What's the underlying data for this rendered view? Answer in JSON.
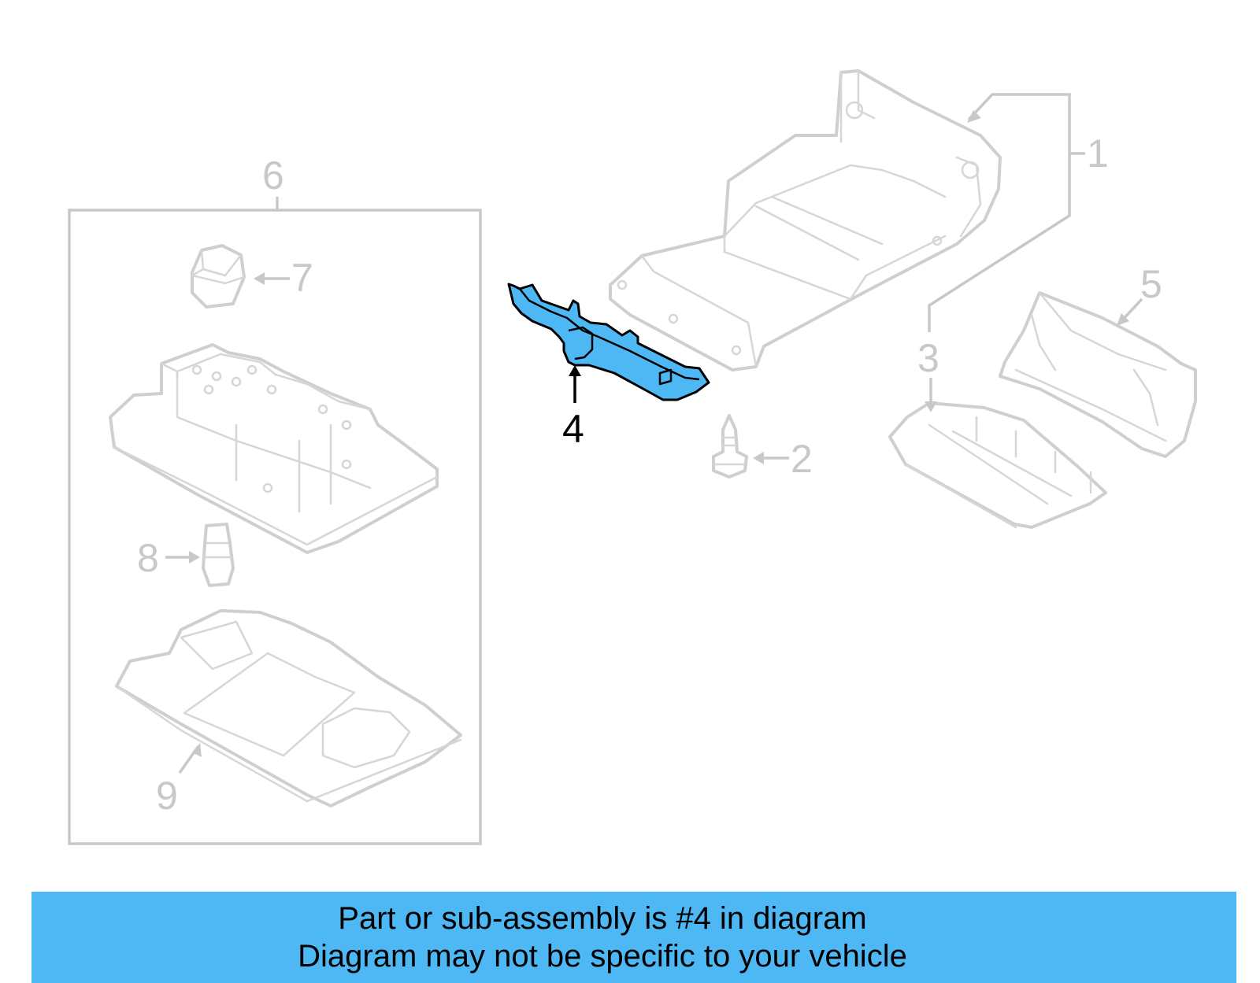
{
  "diagram": {
    "callouts": {
      "c1": "1",
      "c2": "2",
      "c3": "3",
      "c4": "4",
      "c5": "5",
      "c6": "6",
      "c7": "7",
      "c8": "8",
      "c9": "9"
    },
    "highlighted_part": "4",
    "colors": {
      "highlight_fill": "#4db8f4",
      "part_outline": "#cfcfcf",
      "banner_background": "#4db8f4"
    }
  },
  "banner": {
    "line1": "Part or sub-assembly is #4 in diagram",
    "line2": "Diagram may not be specific to your vehicle"
  }
}
